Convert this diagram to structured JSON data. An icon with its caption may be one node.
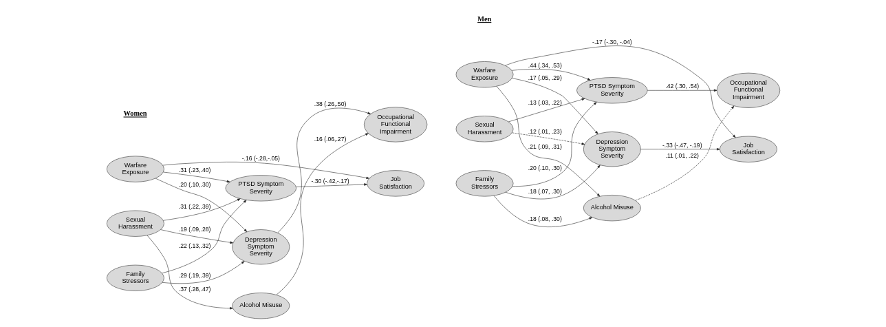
{
  "diagram": {
    "nodes": [
      {
        "text": [
          "Warfare Exposure"
        ]
      },
      {
        "text": [
          "PTSD Symptom Severity"
        ]
      },
      {
        "text": [
          "Occupational Functional Impairment"
        ]
      },
      {
        "text": [
          "Sexual Harassment"
        ]
      },
      {
        "text": [
          "Depression Symptom Severity"
        ]
      },
      {
        "text": [
          "Job Satisfaction"
        ]
      },
      {
        "text": [
          "Family Stressors"
        ]
      },
      {
        "text": [
          "Alcohol Misuse"
        ]
      },
      {
        "text": [
          "Warfare Exposure"
        ]
      },
      {
        "text": [
          "PTSD Symptom Severity"
        ]
      },
      {
        "text": [
          "Occupational Functional Impairment"
        ]
      },
      {
        "text": [
          "Sexual Harassment"
        ]
      },
      {
        "text": [
          "Depression Symptom Severity"
        ]
      },
      {
        "text": [
          "Job Satisfaction"
        ]
      },
      {
        "text": [
          "Family Stressors"
        ]
      },
      {
        "text": [
          "Alcohol Misuse"
        ]
      }
    ],
    "edges": [
      {
        "from": 0,
        "to": 1,
        "arrow": "to",
        "label": ".31 (.23,.40)"
      },
      {
        "from": 3,
        "to": 1,
        "arrow": "to",
        "label": ".31 (.22,.39)"
      },
      {
        "from": 0,
        "to": 4,
        "arrow": "to",
        "label": ".20 (.10,.30)"
      },
      {
        "from": 0,
        "to": 5,
        "arrow": "to",
        "label": "-.16 (-.28,-.05)"
      },
      {
        "from": 1,
        "to": 5,
        "arrow": "to",
        "label": "-.30 (-.42,-.17)"
      },
      {
        "from": 4,
        "to": 2,
        "arrow": "to",
        "label": ".38 (.26,.50)"
      },
      {
        "from": 3,
        "to": 4,
        "arrow": "to",
        "label": ".19 (.09,.28)"
      },
      {
        "from": 6,
        "to": 1,
        "arrow": "to",
        "label": ".22 (.13,.32)"
      },
      {
        "from": 6,
        "to": 4,
        "arrow": "to",
        "label": ".29 (.19,.39)"
      },
      {
        "from": 3,
        "to": 7,
        "arrow": "to",
        "label": ".37 (.28,.47)"
      },
      {
        "from": 7,
        "to": 2,
        "arrow": "to",
        "label": ".16 (.06,.27)"
      },
      {
        "from": 8,
        "to": 9,
        "arrow": "to",
        "label": ".44 (.34, .53)"
      },
      {
        "from": 9,
        "to": 10,
        "arrow": "to",
        "label": ".42 (.30, .54)"
      },
      {
        "from": 11,
        "to": 9,
        "arrow": "to",
        "label": ".13 (.03, .22)"
      },
      {
        "from": 8,
        "to": 12,
        "arrow": "to",
        "label": ".17 (.05, .29)"
      },
      {
        "from": 8,
        "to": 13,
        "arrow": "to",
        "label": "-.17 (-.30, -.04)"
      },
      {
        "from": 11,
        "to": 12,
        "arrow": "to",
        "label": ".12 (.01, .23)",
        "style": "dashed"
      },
      {
        "from": 12,
        "to": 13,
        "arrow": "to",
        "label": "-.33 (-.47, -.19)"
      },
      {
        "from": 14,
        "to": 9,
        "arrow": "to",
        "label": ".20 (.10, .30)"
      },
      {
        "from": 14,
        "to": 12,
        "arrow": "to",
        "label": ".18 (.07, .30)"
      },
      {
        "from": 8,
        "to": 15,
        "arrow": "to",
        "label": ".21 (.09, .31)"
      },
      {
        "from": 14,
        "to": 15,
        "arrow": "to",
        "label": ".18 (.08, .30)"
      },
      {
        "from": 15,
        "to": 10,
        "arrow": "to",
        "label": ".11 (.01, .22)",
        "style": "dashed"
      }
    ],
    "labels": [
      "Women",
      "Men"
    ]
  }
}
